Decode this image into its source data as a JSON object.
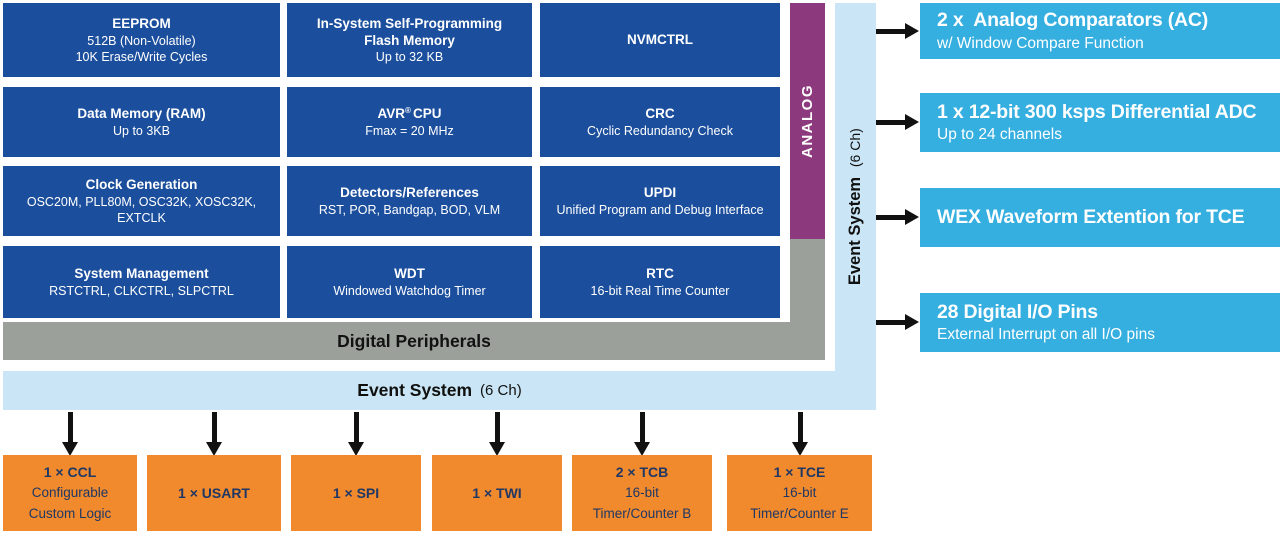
{
  "colors": {
    "block_blue": "#1B4E9C",
    "cyan": "#35AEE0",
    "purple": "#8C3A7D",
    "gray": "#9BA09A",
    "light_blue": "#C9E5F6",
    "orange": "#F1892D",
    "orange_text_navy": "#1F3864",
    "arrow_black": "#111111",
    "white": "#FFFFFF"
  },
  "grid": {
    "blocks": [
      {
        "title": "EEPROM",
        "lines": [
          "512B (Non-Volatile)",
          "10K Erase/Write Cycles"
        ]
      },
      {
        "title": "In-System Self-Programming",
        "title2": "Flash Memory",
        "lines": [
          "Up to 32 KB"
        ]
      },
      {
        "title": "NVMCTRL",
        "lines": []
      },
      {
        "title": "Data Memory (RAM)",
        "lines": [
          "Up to 3KB"
        ]
      },
      {
        "title_pre": "AVR",
        "reg": "®",
        "title_post": "CPU",
        "lines": [
          "Fmax = 20 MHz"
        ]
      },
      {
        "title": "CRC",
        "lines": [
          "Cyclic Redundancy Check"
        ]
      },
      {
        "title": "Clock Generation",
        "lines": [
          "OSC20M, PLL80M, OSC32K, XOSC32K, EXTCLK"
        ]
      },
      {
        "title": "Detectors/References",
        "lines": [
          "RST, POR, Bandgap, BOD, VLM"
        ]
      },
      {
        "title": "UPDI",
        "lines": [
          "Unified Program and Debug Interface"
        ]
      },
      {
        "title": "System Management",
        "lines": [
          "RSTCTRL, CLKCTRL, SLPCTRL"
        ]
      },
      {
        "title": "WDT",
        "lines": [
          "Windowed Watchdog Timer"
        ]
      },
      {
        "title": "RTC",
        "lines": [
          "16-bit Real Time Counter"
        ]
      }
    ]
  },
  "analog_bar": {
    "label": "ANALOG"
  },
  "digital_bar": {
    "label": "Digital Peripherals"
  },
  "event_system": {
    "label": "Event System",
    "channels": "(6 Ch)"
  },
  "right_boxes": [
    {
      "title": "2 x  Analog Comparators (AC)",
      "subtitle": "w/ Window Compare Function"
    },
    {
      "title": "1 x 12-bit 300 ksps Differential ADC",
      "subtitle": "Up to 24 channels"
    },
    {
      "title": "WEX Waveform Extention for TCE",
      "subtitle": ""
    },
    {
      "title": "28 Digital I/O Pins",
      "subtitle": "External Interrupt on all I/O pins"
    }
  ],
  "bottom_boxes": [
    {
      "title": "1 × CCL",
      "lines": [
        "Configurable",
        "Custom Logic"
      ]
    },
    {
      "title": "1 × USART",
      "lines": []
    },
    {
      "title": "1 × SPI",
      "lines": []
    },
    {
      "title": "1 × TWI",
      "lines": []
    },
    {
      "title": "2 × TCB",
      "lines": [
        "16-bit",
        "Timer/Counter B"
      ]
    },
    {
      "title": "1 × TCE",
      "lines": [
        "16-bit",
        "Timer/Counter E"
      ]
    }
  ]
}
